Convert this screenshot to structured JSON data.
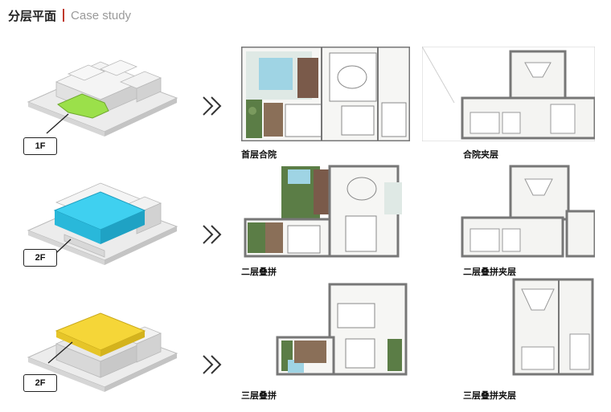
{
  "header": {
    "title_cn": "分层平面",
    "title_en": "Case study"
  },
  "rows": [
    {
      "floor_tag": "1F",
      "highlight_color": "#9be04a",
      "plan_left": "首层合院",
      "plan_right": "合院夹层"
    },
    {
      "floor_tag": "2F",
      "highlight_color": "#3fd0f0",
      "plan_left": "二层叠拼",
      "plan_right": "二层叠拼夹层"
    },
    {
      "floor_tag": "2F",
      "highlight_color": "#f5d638",
      "plan_left": "三层叠拼",
      "plan_right": "三层叠拼夹层"
    }
  ],
  "icons": {
    "arrow": "double-chevron-right-icon"
  }
}
